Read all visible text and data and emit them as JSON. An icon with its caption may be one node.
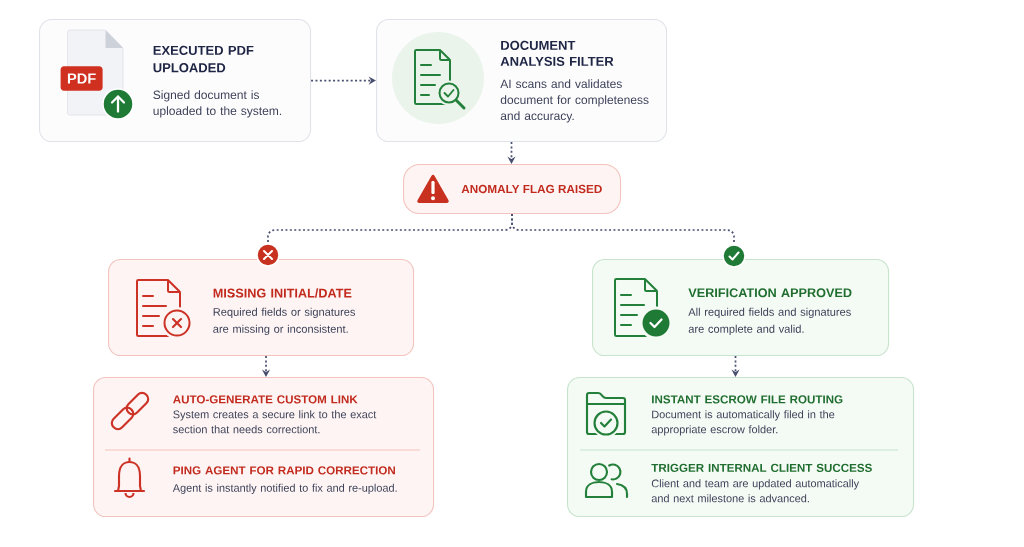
{
  "diagram": {
    "nodes": [
      {
        "text": [
          "EXECUTED PDF UPLOADED",
          "Signed document is uploaded to the system."
        ]
      },
      {
        "text": [
          "DOCUMENT ANALYSIS FILTER",
          "AI scans and validates document for completeness and accuracy."
        ]
      },
      {
        "text": [
          "ANOMALY FLAG RAISED"
        ]
      },
      {
        "text": [],
        "shape": "circle"
      },
      {
        "text": [],
        "shape": "circle"
      },
      {
        "text": [
          "MISSING INITIAL/DATE",
          "Required fields or signatures are missing or inconsistent."
        ]
      },
      {
        "text": [
          "VERIFICATION APPROVED",
          "All required fields and signatures are complete and valid."
        ]
      },
      {
        "text": [
          "AUTO-GENERATE CUSTOM LINK",
          "System creates a secure link to the exact section that needs correctiont.",
          "PING AGENT FOR RAPID CORRECTION",
          "Agent is instantly notified to fix and re-upload."
        ]
      },
      {
        "text": [
          "INSTANT ESCROW FILE ROUTING",
          "Document is automatically filed in the appropriate escrow folder.",
          "TRIGGER INTERNAL CLIENT SUCCESS",
          "Client and team are updated automatically and next milestone is advanced."
        ]
      }
    ],
    "edges": [
      {
        "from": 0,
        "to": 1,
        "arrow": "to",
        "style": "dashed"
      },
      {
        "from": 1,
        "to": 2,
        "arrow": "to",
        "style": "dashed"
      },
      {
        "from": 2,
        "to": 3,
        "arrow": "none",
        "style": "dashed"
      },
      {
        "from": 2,
        "to": 4,
        "arrow": "none",
        "style": "dashed"
      },
      {
        "from": 5,
        "to": 7,
        "arrow": "to",
        "style": "dashed"
      },
      {
        "from": 6,
        "to": 8,
        "arrow": "to",
        "style": "dashed"
      }
    ],
    "labels": [
      "PDF"
    ]
  }
}
